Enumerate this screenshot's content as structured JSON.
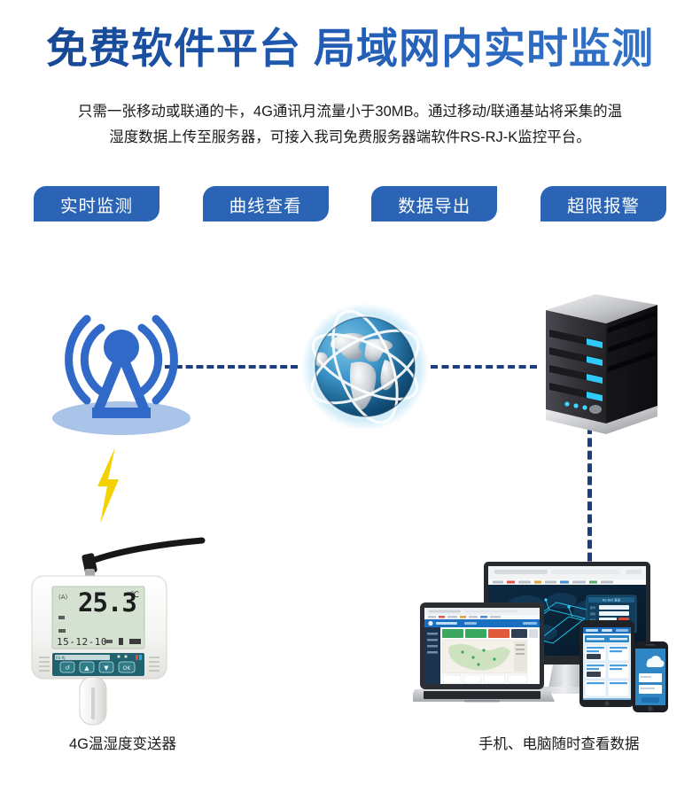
{
  "header": {
    "title": "免费软件平台 局域网内实时监测",
    "title_gradient_from": "#14458f",
    "title_gradient_to": "#3576c9"
  },
  "intro": {
    "line1": "只需一张移动或联通的卡，4G通讯月流量小于30MB。通过移动/联通基站将采集的温",
    "line2": "湿度数据上传至服务器，可接入我司免费服务器端软件RS-RJ-K监控平台。"
  },
  "tags": {
    "accent": "#2b64b4",
    "items": [
      {
        "label": "实时监测",
        "name": "tag-realtime-monitor"
      },
      {
        "label": "曲线查看",
        "name": "tag-curve-view"
      },
      {
        "label": "数据导出",
        "name": "tag-data-export"
      },
      {
        "label": "超限报警",
        "name": "tag-overlimit-alarm"
      }
    ]
  },
  "diagram": {
    "line_color": "#1c3f7c",
    "bolt_color": "#f2d200",
    "tower": {
      "icon": "cell-tower-icon",
      "color": "#3069c8",
      "base_color": "#a7c3ea"
    },
    "globe": {
      "icon": "globe-icon",
      "color": "#2f7fb8"
    },
    "server": {
      "icon": "server-rack-icon",
      "color": "#2e2e33",
      "led_color": "#29c3f5",
      "led_count": 4
    },
    "sensor": {
      "icon": "temperature-humidity-transmitter-icon",
      "lcd": {
        "bg": "#d7e3d2",
        "unit_label": "(A)",
        "reading": "25.3",
        "unit": "℃",
        "date": "15-12-10"
      },
      "panel_color": "#256a74",
      "buttons": [
        "↺",
        "▲",
        "▼",
        "OK"
      ]
    },
    "devices": {
      "icon": "multi-device-cluster-icon",
      "monitor": {
        "name": "desktop-monitor",
        "screen_bg": "#0c2236"
      },
      "laptop": {
        "name": "laptop",
        "screen_bg": "#ffffff"
      },
      "tablet": {
        "name": "tablet",
        "screen_bg": "#1f8fe0"
      },
      "phone": {
        "name": "smartphone",
        "screen_bg": "#1f8fe0"
      }
    }
  },
  "captions": {
    "left": "4G温湿度变送器",
    "right": "手机、电脑随时查看数据"
  }
}
